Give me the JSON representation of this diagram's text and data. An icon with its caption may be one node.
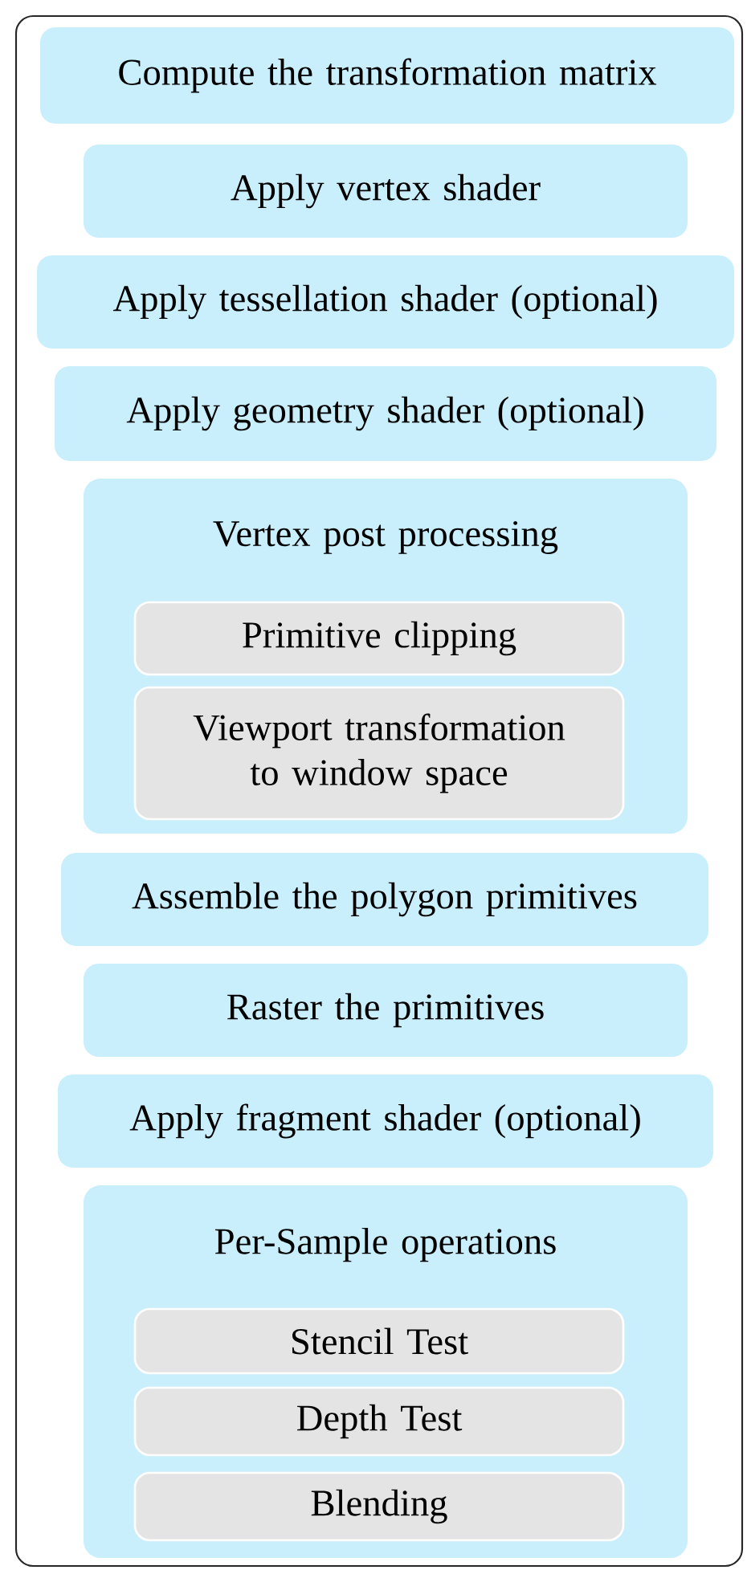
{
  "diagram": {
    "nodes": [
      {
        "text": [
          "Compute the transformation matrix"
        ]
      },
      {
        "text": [
          "Apply vertex shader"
        ]
      },
      {
        "text": [
          "Apply tessellation shader (optional)"
        ]
      },
      {
        "text": [
          "Apply geometry shader (optional)"
        ]
      },
      {
        "text": [
          "Vertex post processing"
        ]
      },
      {
        "text": [
          "Primitive clipping"
        ],
        "in": 4
      },
      {
        "text": [
          "Viewport transformation to window space"
        ],
        "in": 4
      },
      {
        "text": [
          "Assemble the polygon primitives"
        ]
      },
      {
        "text": [
          "Raster the primitives"
        ]
      },
      {
        "text": [
          "Apply fragment shader (optional)"
        ]
      },
      {
        "text": [
          "Per-Sample operations"
        ]
      },
      {
        "text": [
          "Stencil Test"
        ],
        "in": 10
      },
      {
        "text": [
          "Depth Test"
        ],
        "in": 10
      },
      {
        "text": [
          "Blending"
        ],
        "in": 10
      }
    ],
    "edges": []
  }
}
